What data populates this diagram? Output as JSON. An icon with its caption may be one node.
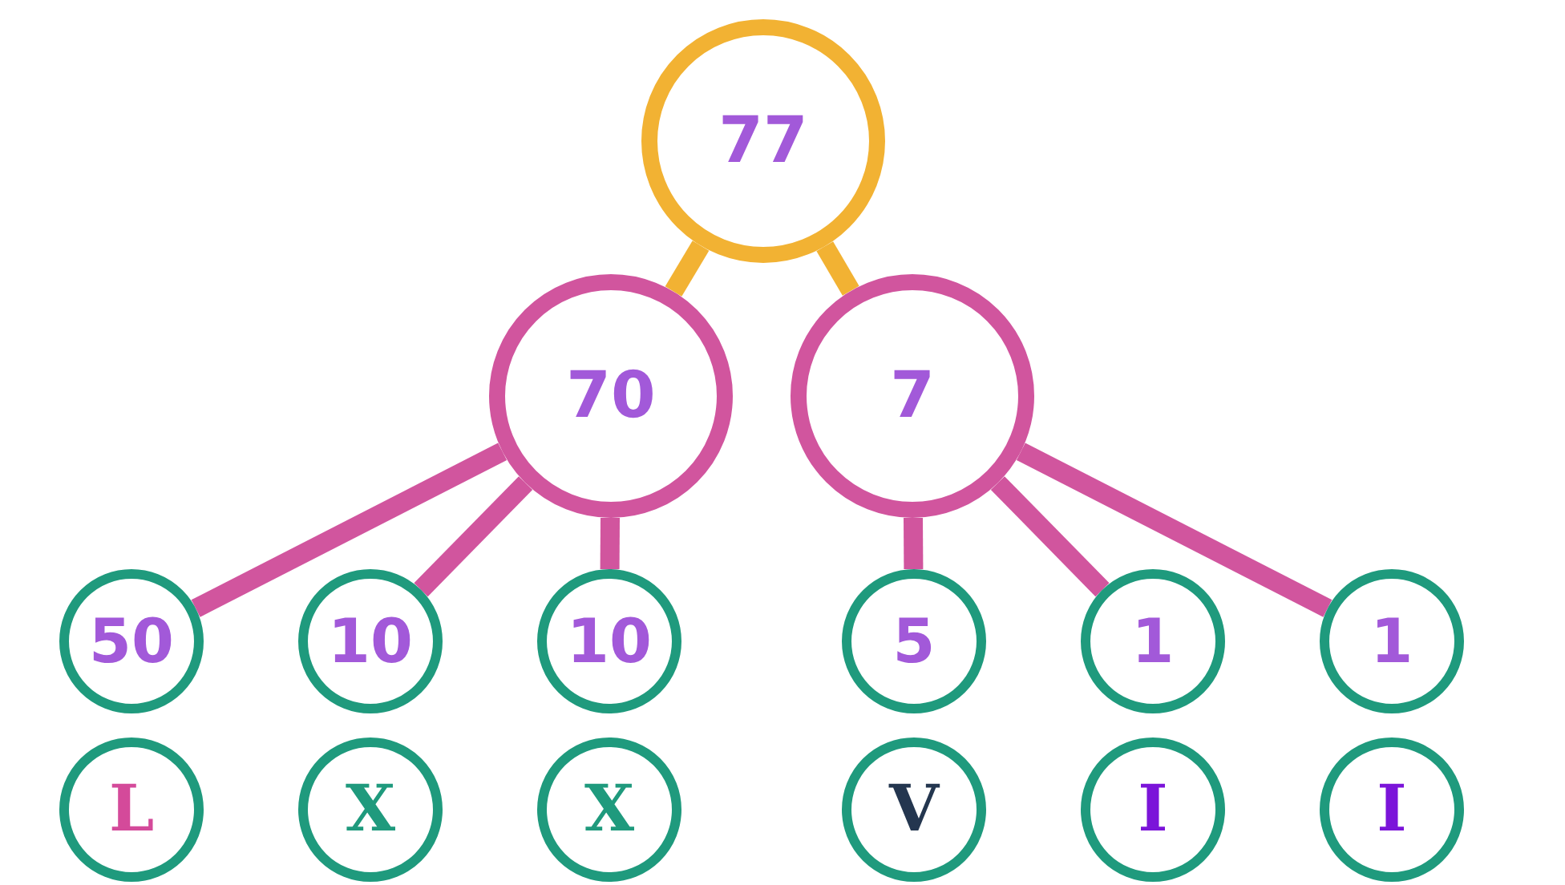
{
  "diagram": {
    "nodes": [
      {
        "text": [
          "77"
        ]
      },
      {
        "text": [
          "70"
        ]
      },
      {
        "text": [
          "7"
        ]
      },
      {
        "text": [
          "50"
        ]
      },
      {
        "text": [
          "10"
        ]
      },
      {
        "text": [
          "10"
        ]
      },
      {
        "text": [
          "5"
        ]
      },
      {
        "text": [
          "1"
        ]
      },
      {
        "text": [
          "1"
        ]
      },
      {
        "text": [
          "L"
        ]
      },
      {
        "text": [
          "X"
        ]
      },
      {
        "text": [
          "X"
        ]
      },
      {
        "text": [
          "V"
        ]
      },
      {
        "text": [
          "I"
        ]
      },
      {
        "text": [
          "I"
        ]
      }
    ],
    "edges": [
      {
        "from": 0,
        "to": 1,
        "arrow": "none",
        "color": "#f2b233"
      },
      {
        "from": 0,
        "to": 2,
        "arrow": "none",
        "color": "#f2b233"
      },
      {
        "from": 1,
        "to": 3,
        "arrow": "none"
      },
      {
        "from": 1,
        "to": 4,
        "arrow": "none"
      },
      {
        "from": 1,
        "to": 5,
        "arrow": "none"
      },
      {
        "from": 2,
        "to": 6,
        "arrow": "none"
      },
      {
        "from": 2,
        "to": 7,
        "arrow": "none"
      },
      {
        "from": 2,
        "to": 8,
        "arrow": "none"
      }
    ]
  }
}
